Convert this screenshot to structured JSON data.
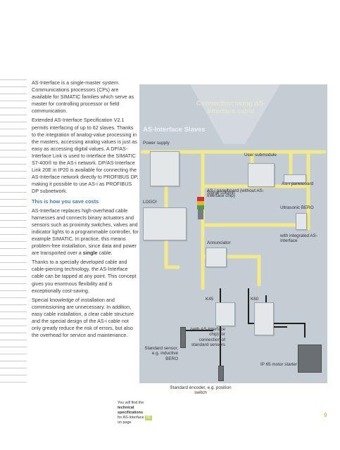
{
  "left_column": {
    "p1": "AS-Interface is a single-master system. Communications processors (CPs) are available for SIMATIC families which serve as master for controlling processor or field communication.",
    "p2": "Extended AS-Interface Specification V2.1 permits interfacing of up to 62 slaves. Thanks to the integration of analog-value processing in the masters, accessing analog values is just as easy as accessing digital values. A DP/AS-Interface Link is used to interface the SIMATIC S7-400® to the AS-i network. DP/AS-Interface Link 20E in IP20 is available for connecting the AS-Interface network directly to PROFIBUS DP, making it possible to use AS-i as PROFIBUS DP subnetwork.",
    "heading": "This is how you save costs",
    "p3_before": "AS-Interface replaces high-overhead cable harnesses and connects binary actuators and sensors such as proximity switches, valves and indicator lights to a programmable controller, for example SIMATIC. In practice, this means problem-free installation, since data and power are transported over a ",
    "p3_bold": "single",
    "p3_after": " cable.",
    "p4": "Thanks to a specially developed cable and cable-piercing technology, the AS-Interface cable can be tapped at any point. This concept gives you enormous flexibility and is exceptionally cost-saving.",
    "p5": "Special knowledge of installation and commissioning are unnecessary. In addition, easy cable installation, a clear cable structure and the special design of the AS-i cable not only greatly reduce the risk of errors, but also the overhead for service and maintenance."
  },
  "diagram": {
    "connection_title": "Connection using AS-Interface cable",
    "slaves_title": "AS-Interface Slaves",
    "power_supply": "Power supply",
    "user_submodule": "User submodule",
    "as_i_panelboard": "AS-i panelboard",
    "as_i_panelboard_no_chip": "AS-i panelboard (without AS-Interface chip)",
    "logo": "LOGO!",
    "signal_column": "Signal column",
    "ultrasonic_bero": "Ultrasonic BERO",
    "annunciator": "Annunciator",
    "with_integrated": "with integrated AS-Interface",
    "k45": "K45",
    "k60": "K60",
    "with_chip": "(with AS-Interface chip) for connection of standard sensors",
    "standard_sensor": "Standard sensor, e.g. inductive BERO",
    "ip65_starter": "IP 65 motor starter",
    "standard_encoder": "Standard encoder, e.g. position switch"
  },
  "footnote": {
    "line1": "You will find the",
    "bold": "technical specifications",
    "line2": "for AS-Interface",
    "badge": "50",
    "line3": "on page"
  },
  "page_number": "9",
  "colors": {
    "panel_bg": "#c4ccd4",
    "cable_yellow": "#f1e98a",
    "heading_blue": "#3d7bb0",
    "page_number": "#d4a24b"
  }
}
